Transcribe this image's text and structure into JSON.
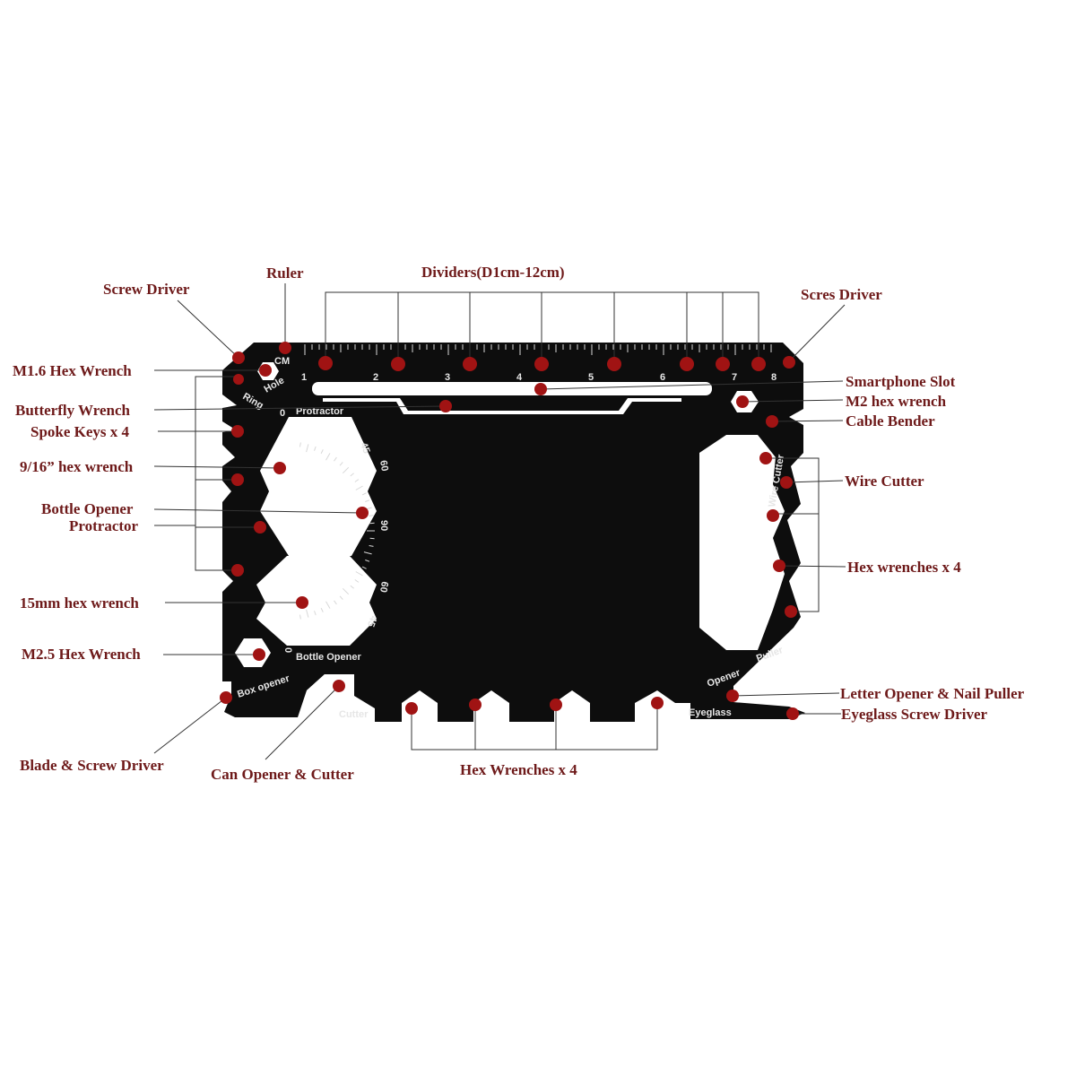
{
  "labels": {
    "screw_driver": "Screw Driver",
    "ruler": "Ruler",
    "dividers": "Dividers(D1cm-12cm)",
    "scres_driver": "Scres Driver",
    "m16_hex": "M1.6 Hex Wrench",
    "smartphone_slot": "Smartphone Slot",
    "m2_hex": "M2 hex wrench",
    "butterfly": "Butterfly Wrench",
    "cable_bender": "Cable Bender",
    "spoke_keys": "Spoke Keys x 4",
    "wire_cutter": "Wire Cutter",
    "hex_916": "9/16” hex wrench",
    "bottle_opener": "Bottle Opener",
    "protractor": "Protractor",
    "hex_wrenches_right": "Hex wrenches x 4",
    "hex_15mm": "15mm hex wrench",
    "m25_hex": "M2.5 Hex Wrench",
    "letter_opener": "Letter Opener & Nail Puller",
    "eyeglass_driver": "Eyeglass Screw Driver",
    "blade_driver": "Blade & Screw Driver",
    "can_opener": "Can Opener & Cutter",
    "hex_wrenches_bottom": "Hex Wrenches x 4"
  },
  "card_text": {
    "cm": "CM",
    "ruler_numbers": [
      "1",
      "2",
      "3",
      "4",
      "5",
      "6",
      "7",
      "8"
    ],
    "ring": "Ring",
    "hole": "Hole",
    "protractor": "Protractor",
    "deg_0_top": "0",
    "deg_45_top": "45",
    "deg_60_top": "60",
    "deg_90": "90",
    "deg_60_bot": "60",
    "deg_45_bot": "45",
    "deg_0_bot": "0",
    "bottle_opener": "Bottle Opener",
    "box_opener": "Box opener",
    "cutter": "Cutter",
    "wire_cutter": "Wire Cutter",
    "opener": "Opener",
    "puller": "Puller",
    "eyeglass": "Eyeglass"
  },
  "colors": {
    "card": "#0d0d0d",
    "dot": "#a01313",
    "label": "#6e1a1a",
    "etch": "#e6e6e6"
  }
}
